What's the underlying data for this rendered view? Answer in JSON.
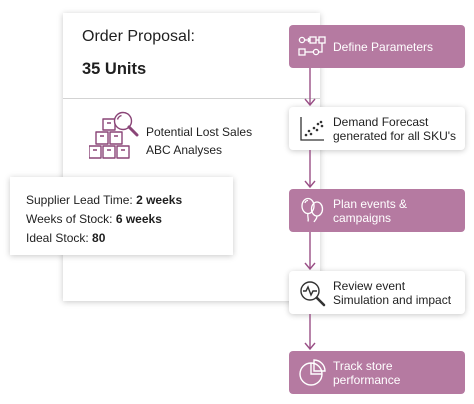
{
  "order_proposal": {
    "title": "Order Proposal:",
    "units": "35 Units",
    "lost_sales_line1": "Potential Lost Sales",
    "lost_sales_line2": "ABC Analyses"
  },
  "supplier_info": {
    "lead_time_label": "Supplier Lead Time:",
    "lead_time_value": "2 weeks",
    "weeks_stock_label": "Weeks of Stock:",
    "weeks_stock_value": "6 weeks",
    "ideal_stock_label": "Ideal Stock:",
    "ideal_stock_value": "80"
  },
  "steps": [
    {
      "line1": "Define Parameters",
      "line2": "",
      "icon": "flow-parameters-icon"
    },
    {
      "line1": "Demand Forecast",
      "line2": "generated for all SKU's",
      "icon": "scatter-chart-icon"
    },
    {
      "line1": "Plan events & campaigns",
      "line2": "",
      "icon": "balloons-icon"
    },
    {
      "line1": "Review event",
      "line2": "Simulation and impact",
      "icon": "magnifier-pulse-icon"
    },
    {
      "line1": "Track store",
      "line2": "performance",
      "icon": "pie-chart-icon"
    }
  ],
  "colors": {
    "accent": "#b57aa1",
    "arrow": "#9a4f86",
    "text": "#1f1f1f"
  }
}
